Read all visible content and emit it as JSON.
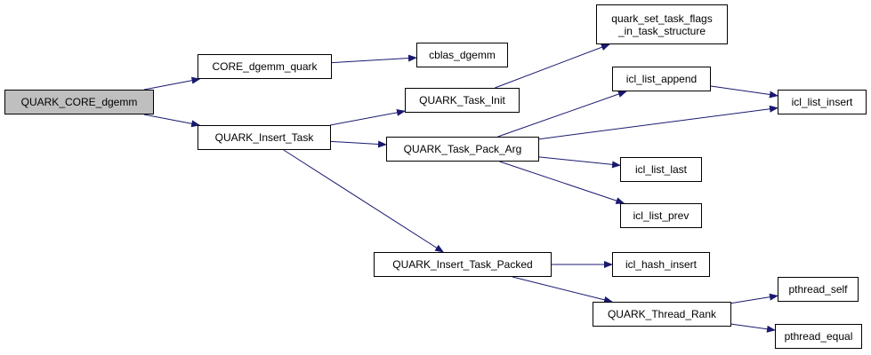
{
  "colors": {
    "edge": "#191970",
    "current_node_fill": "#bfbfbf",
    "node_fill": "#ffffff"
  },
  "nodes": {
    "quark_core_dgemm": "QUARK_CORE_dgemm",
    "core_dgemm_quark": "CORE_dgemm_quark",
    "cblas_dgemm": "cblas_dgemm",
    "quark_set_task_flags_line1": "quark_set_task_flags",
    "quark_set_task_flags_line2": "_in_task_structure",
    "quark_insert_task": "QUARK_Insert_Task",
    "quark_task_init": "QUARK_Task_Init",
    "icl_list_append": "icl_list_append",
    "icl_list_insert": "icl_list_insert",
    "quark_task_pack_arg": "QUARK_Task_Pack_Arg",
    "icl_list_last": "icl_list_last",
    "icl_list_prev": "icl_list_prev",
    "quark_insert_task_packed": "QUARK_Insert_Task_Packed",
    "icl_hash_insert": "icl_hash_insert",
    "quark_thread_rank": "QUARK_Thread_Rank",
    "pthread_self": "pthread_self",
    "pthread_equal": "pthread_equal"
  },
  "edges": [
    [
      "quark_core_dgemm",
      "core_dgemm_quark"
    ],
    [
      "quark_core_dgemm",
      "quark_insert_task"
    ],
    [
      "core_dgemm_quark",
      "cblas_dgemm"
    ],
    [
      "quark_insert_task",
      "quark_task_init"
    ],
    [
      "quark_insert_task",
      "quark_task_pack_arg"
    ],
    [
      "quark_insert_task",
      "quark_insert_task_packed"
    ],
    [
      "quark_task_init",
      "quark_set_task_flags"
    ],
    [
      "quark_task_pack_arg",
      "icl_list_append"
    ],
    [
      "quark_task_pack_arg",
      "icl_list_insert"
    ],
    [
      "quark_task_pack_arg",
      "icl_list_last"
    ],
    [
      "quark_task_pack_arg",
      "icl_list_prev"
    ],
    [
      "icl_list_append",
      "icl_list_insert"
    ],
    [
      "quark_insert_task_packed",
      "icl_hash_insert"
    ],
    [
      "quark_insert_task_packed",
      "quark_thread_rank"
    ],
    [
      "quark_thread_rank",
      "pthread_self"
    ],
    [
      "quark_thread_rank",
      "pthread_equal"
    ]
  ]
}
